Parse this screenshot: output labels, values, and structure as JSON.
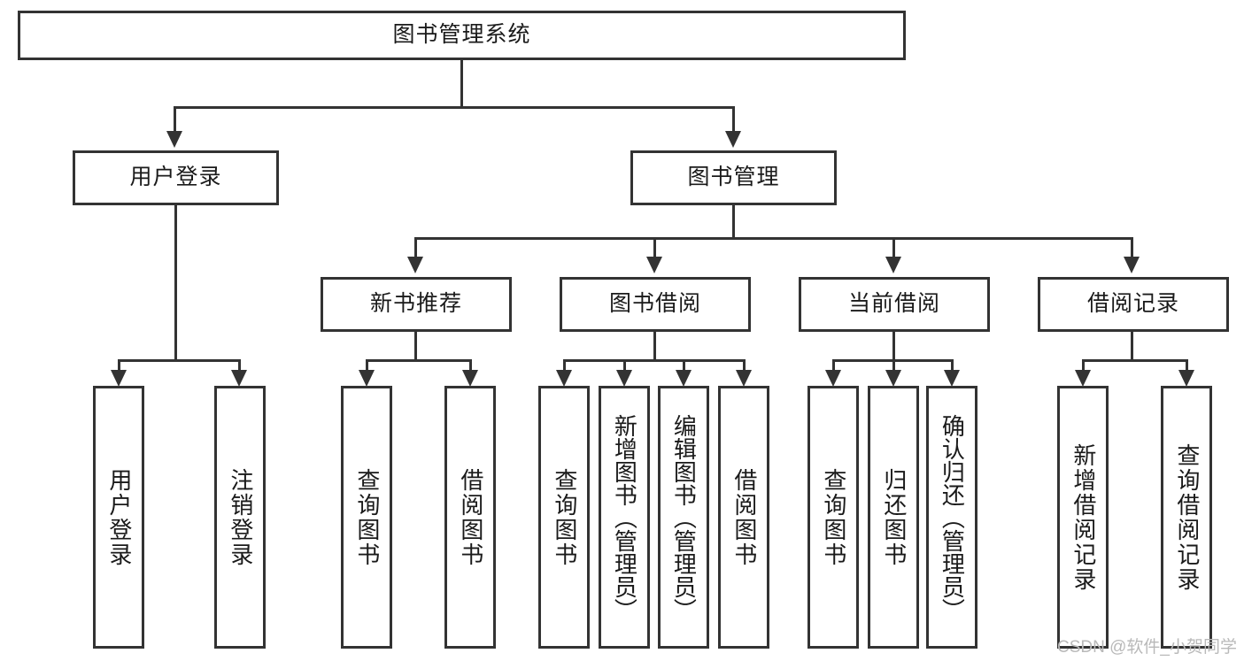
{
  "diagram": {
    "type": "tree",
    "title": "图书管理系统",
    "root": {
      "id": "root",
      "label": "图书管理系统",
      "orientation": "horizontal"
    },
    "level2": [
      {
        "id": "user-login",
        "label": "用户登录",
        "orientation": "horizontal"
      },
      {
        "id": "book-manage",
        "label": "图书管理",
        "orientation": "horizontal"
      }
    ],
    "level3": [
      {
        "id": "new-book-rec",
        "label": "新书推荐",
        "orientation": "horizontal",
        "parent": "book-manage"
      },
      {
        "id": "book-borrow",
        "label": "图书借阅",
        "orientation": "horizontal",
        "parent": "book-manage"
      },
      {
        "id": "current-borrow",
        "label": "当前借阅",
        "orientation": "horizontal",
        "parent": "book-manage"
      },
      {
        "id": "borrow-record",
        "label": "借阅记录",
        "orientation": "horizontal",
        "parent": "book-manage"
      }
    ],
    "leaves": {
      "user_login": [
        {
          "id": "leaf-user-login",
          "label": "用户登录"
        },
        {
          "id": "leaf-logout",
          "label": "注销登录"
        }
      ],
      "new_book_rec": [
        {
          "id": "leaf-query-book-1",
          "label": "查询图书"
        },
        {
          "id": "leaf-borrow-book-1",
          "label": "借阅图书"
        }
      ],
      "book_borrow": [
        {
          "id": "leaf-query-book-2",
          "label": "查询图书"
        },
        {
          "id": "leaf-add-book",
          "label": "新增图书（管理员）"
        },
        {
          "id": "leaf-edit-book",
          "label": "编辑图书（管理员）"
        },
        {
          "id": "leaf-borrow-book-2",
          "label": "借阅图书"
        }
      ],
      "current_borrow": [
        {
          "id": "leaf-query-book-3",
          "label": "查询图书"
        },
        {
          "id": "leaf-return-book",
          "label": "归还图书"
        },
        {
          "id": "leaf-confirm-return",
          "label": "确认归还（管理员）"
        }
      ],
      "borrow_record": [
        {
          "id": "leaf-add-record",
          "label": "新增借阅记录"
        },
        {
          "id": "leaf-query-record",
          "label": "查询借阅记录"
        }
      ]
    }
  },
  "watermark": {
    "text": "CSDN @软件_小贺同学"
  },
  "colors": {
    "stroke": "#333333",
    "fill": "#ffffff",
    "text": "#1a1a1a",
    "watermark": "#b9b9b9"
  }
}
